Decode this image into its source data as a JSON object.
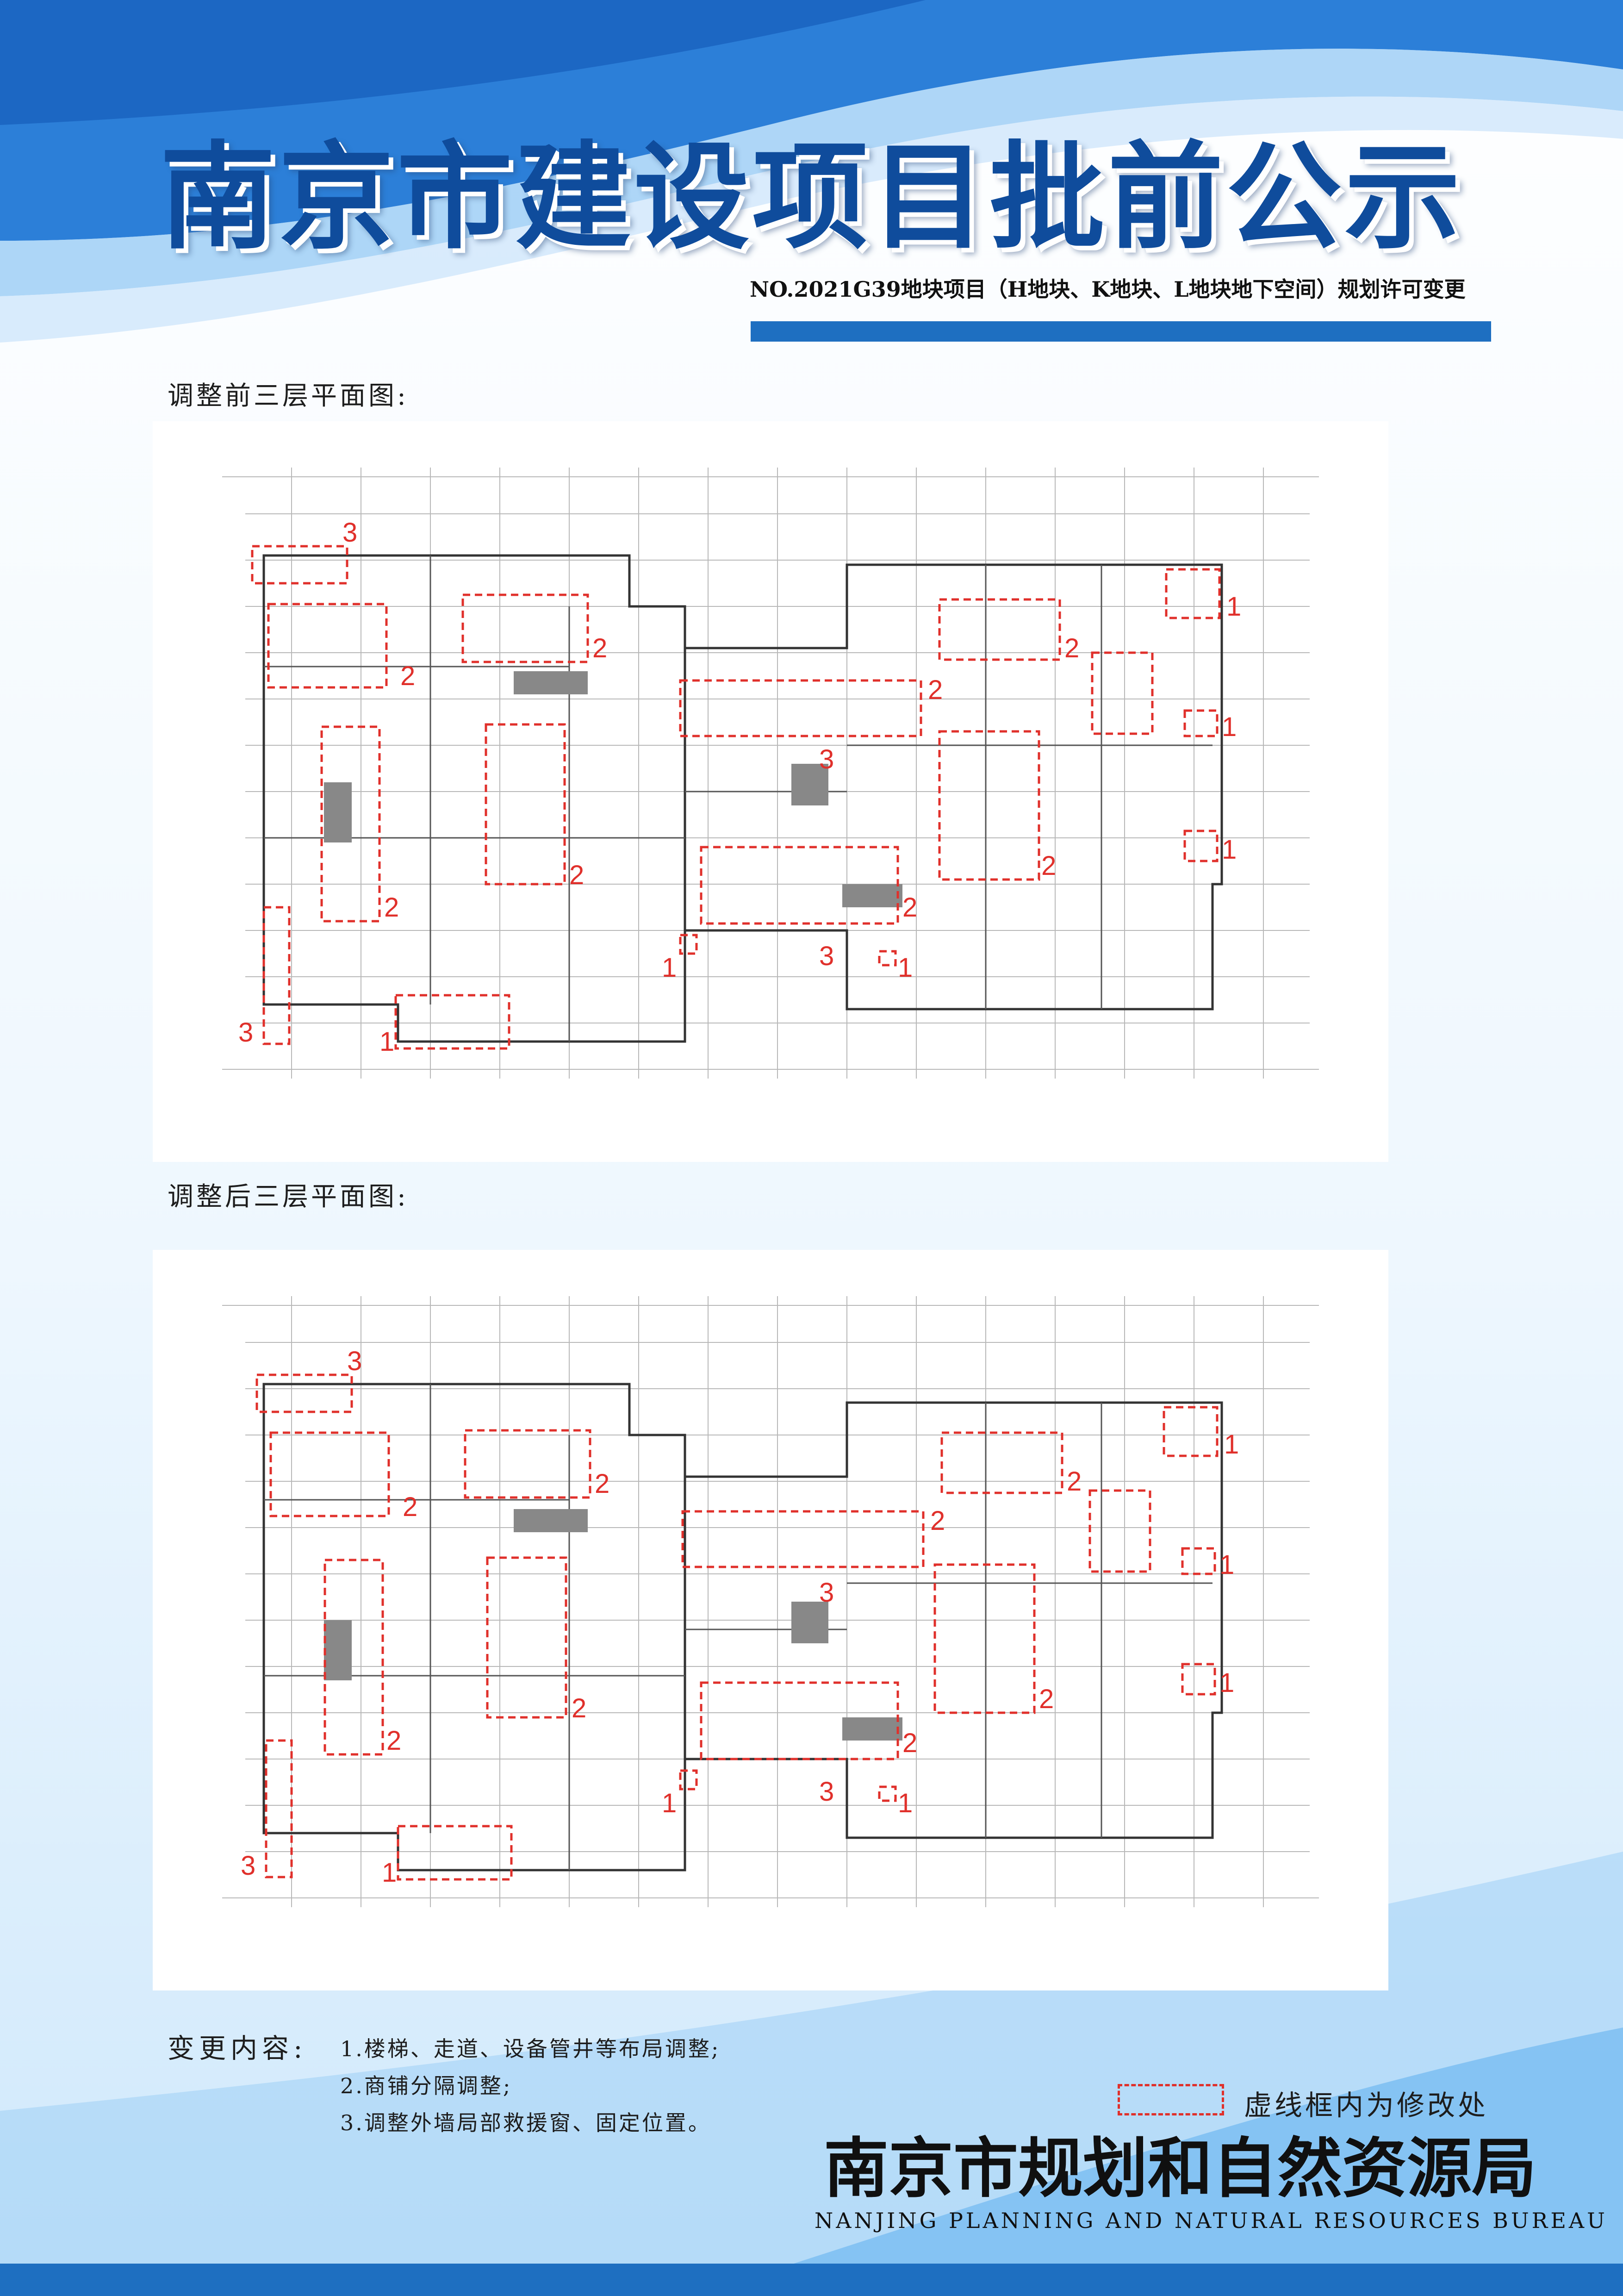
{
  "header": {
    "title": "南京市建设项目批前公示",
    "subtitle": "NO.2021G39地块项目（H地块、K地块、L地块地下空间）规划许可变更"
  },
  "plans": {
    "before_label": "调整前三层平面图:",
    "after_label": "调整后三层平面图:",
    "marker_numbers": [
      "1",
      "2",
      "3"
    ]
  },
  "changes": {
    "label": "变更内容:",
    "items": [
      "1.楼梯、走道、设备管井等布局调整;",
      "2.商铺分隔调整;",
      "3.调整外墙局部救援窗、固定位置。"
    ]
  },
  "legend": {
    "text": "虚线框内为修改处",
    "color": "#e0302b"
  },
  "footer": {
    "bureau_name": "南京市规划和自然资源局",
    "bureau_english": "NANJING PLANNING AND NATURAL RESOURCES BUREAU"
  },
  "colors": {
    "accent_blue": "#1e6fc1",
    "title_blue": "#0f4c9c",
    "markup_red": "#e0302b"
  }
}
